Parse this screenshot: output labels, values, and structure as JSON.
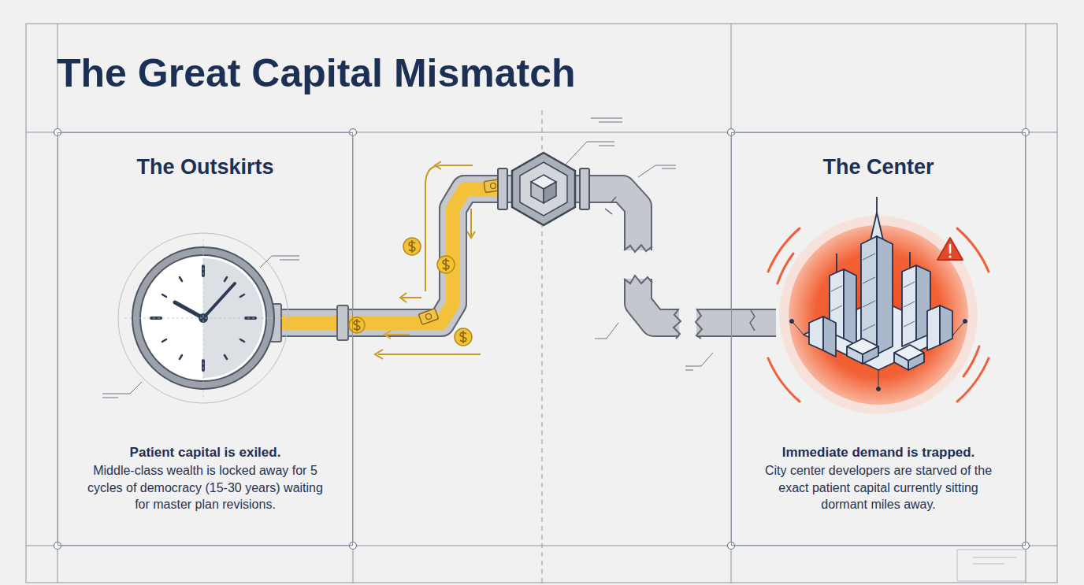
{
  "diagram": {
    "title": "The Great Capital Mismatch",
    "nodes": [
      {
        "text": [
          "The Outskirts",
          "Patient capital is exiled.",
          "Middle-class wealth is locked away for 5 cycles of democracy (15-30 years) waiting for master plan revisions."
        ]
      },
      {
        "text": [
          "The Center",
          "Immediate demand is trapped.",
          "City center developers are starved of the exact patient capital currently sitting dormant miles away."
        ]
      }
    ],
    "edges": [
      {
        "from": 0,
        "to": 1,
        "arrow": "none"
      }
    ]
  }
}
